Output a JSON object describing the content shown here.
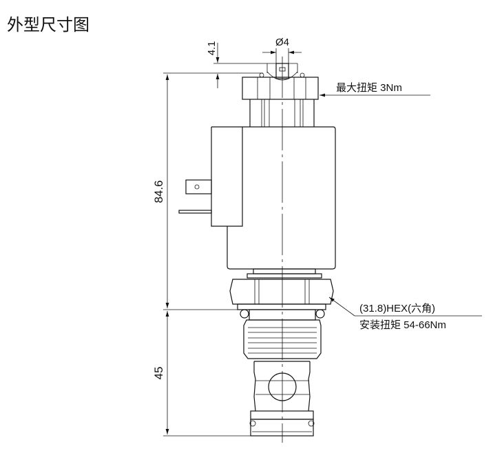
{
  "title": "外型尺寸图",
  "dimensions": {
    "total_height": "84.6",
    "lower_height": "45",
    "top_offset": "4.1",
    "pin_diameter": "Ø4"
  },
  "annotations": {
    "max_torque": "最大扭矩 3Nm",
    "hex": "(31.8)HEX(六角)",
    "install_torque": "安装扭矩 54-66Nm"
  }
}
